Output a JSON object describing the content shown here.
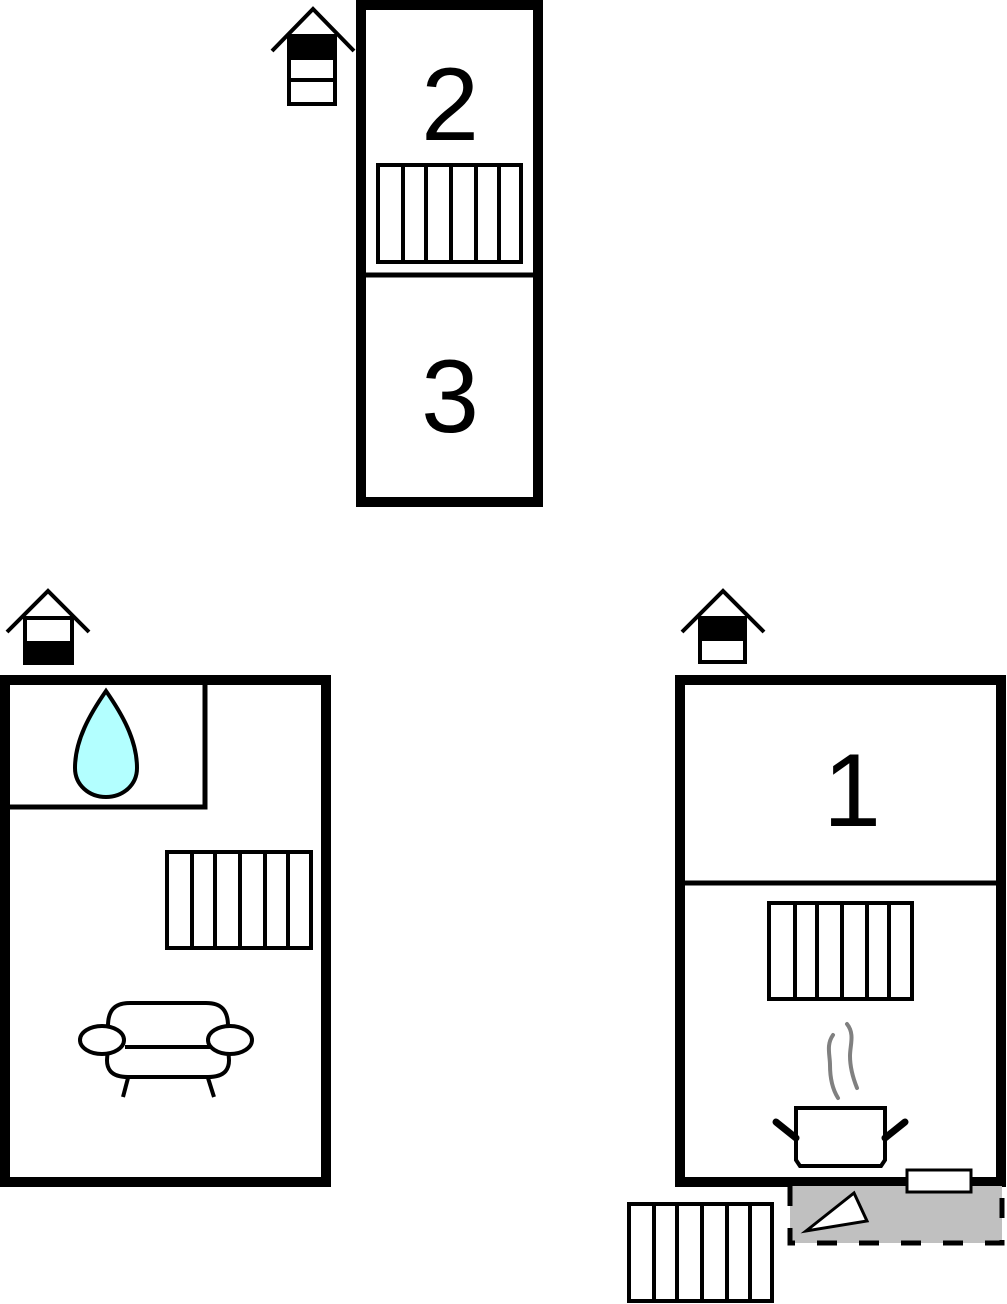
{
  "diagram": {
    "type": "floor-plan",
    "colors": {
      "wall": "#000000",
      "background": "#ffffff",
      "water": "#b3ffff",
      "steam": "#808080",
      "terrace": "#c0c0c0"
    },
    "buildings": [
      {
        "id": "upper-building",
        "floor_indicator": "upper-floor-of-three",
        "rooms": [
          {
            "number": "2",
            "items": [
              "radiator"
            ]
          },
          {
            "number": "3",
            "items": []
          }
        ]
      },
      {
        "id": "left-building",
        "floor_indicator": "ground-floor",
        "rooms": [
          {
            "label": "bathroom",
            "items": [
              "water-drop"
            ]
          },
          {
            "label": "living-room",
            "items": [
              "radiator",
              "sofa"
            ]
          }
        ]
      },
      {
        "id": "right-building",
        "floor_indicator": "upper-floor",
        "rooms": [
          {
            "number": "1",
            "items": []
          },
          {
            "label": "kitchen",
            "items": [
              "radiator",
              "cooking-pot"
            ]
          }
        ],
        "outdoor": [
          "terrace",
          "radiator"
        ]
      }
    ],
    "labels": {
      "room_1": "1",
      "room_2": "2",
      "room_3": "3"
    }
  }
}
